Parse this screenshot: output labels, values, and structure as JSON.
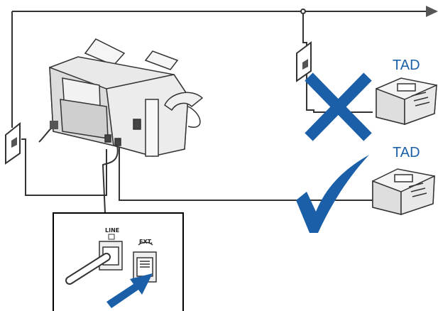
{
  "labels": {
    "tad_top": "TAD",
    "tad_bottom": "TAD",
    "port_line": "LINE",
    "port_ext": "EXT."
  },
  "colors": {
    "accent": "#1a5fa8",
    "line": "#333333",
    "device": "#e9e9e9"
  },
  "icons": {
    "wrong": "x-mark-icon",
    "right": "check-mark-icon",
    "arrow": "arrow-right-icon"
  }
}
